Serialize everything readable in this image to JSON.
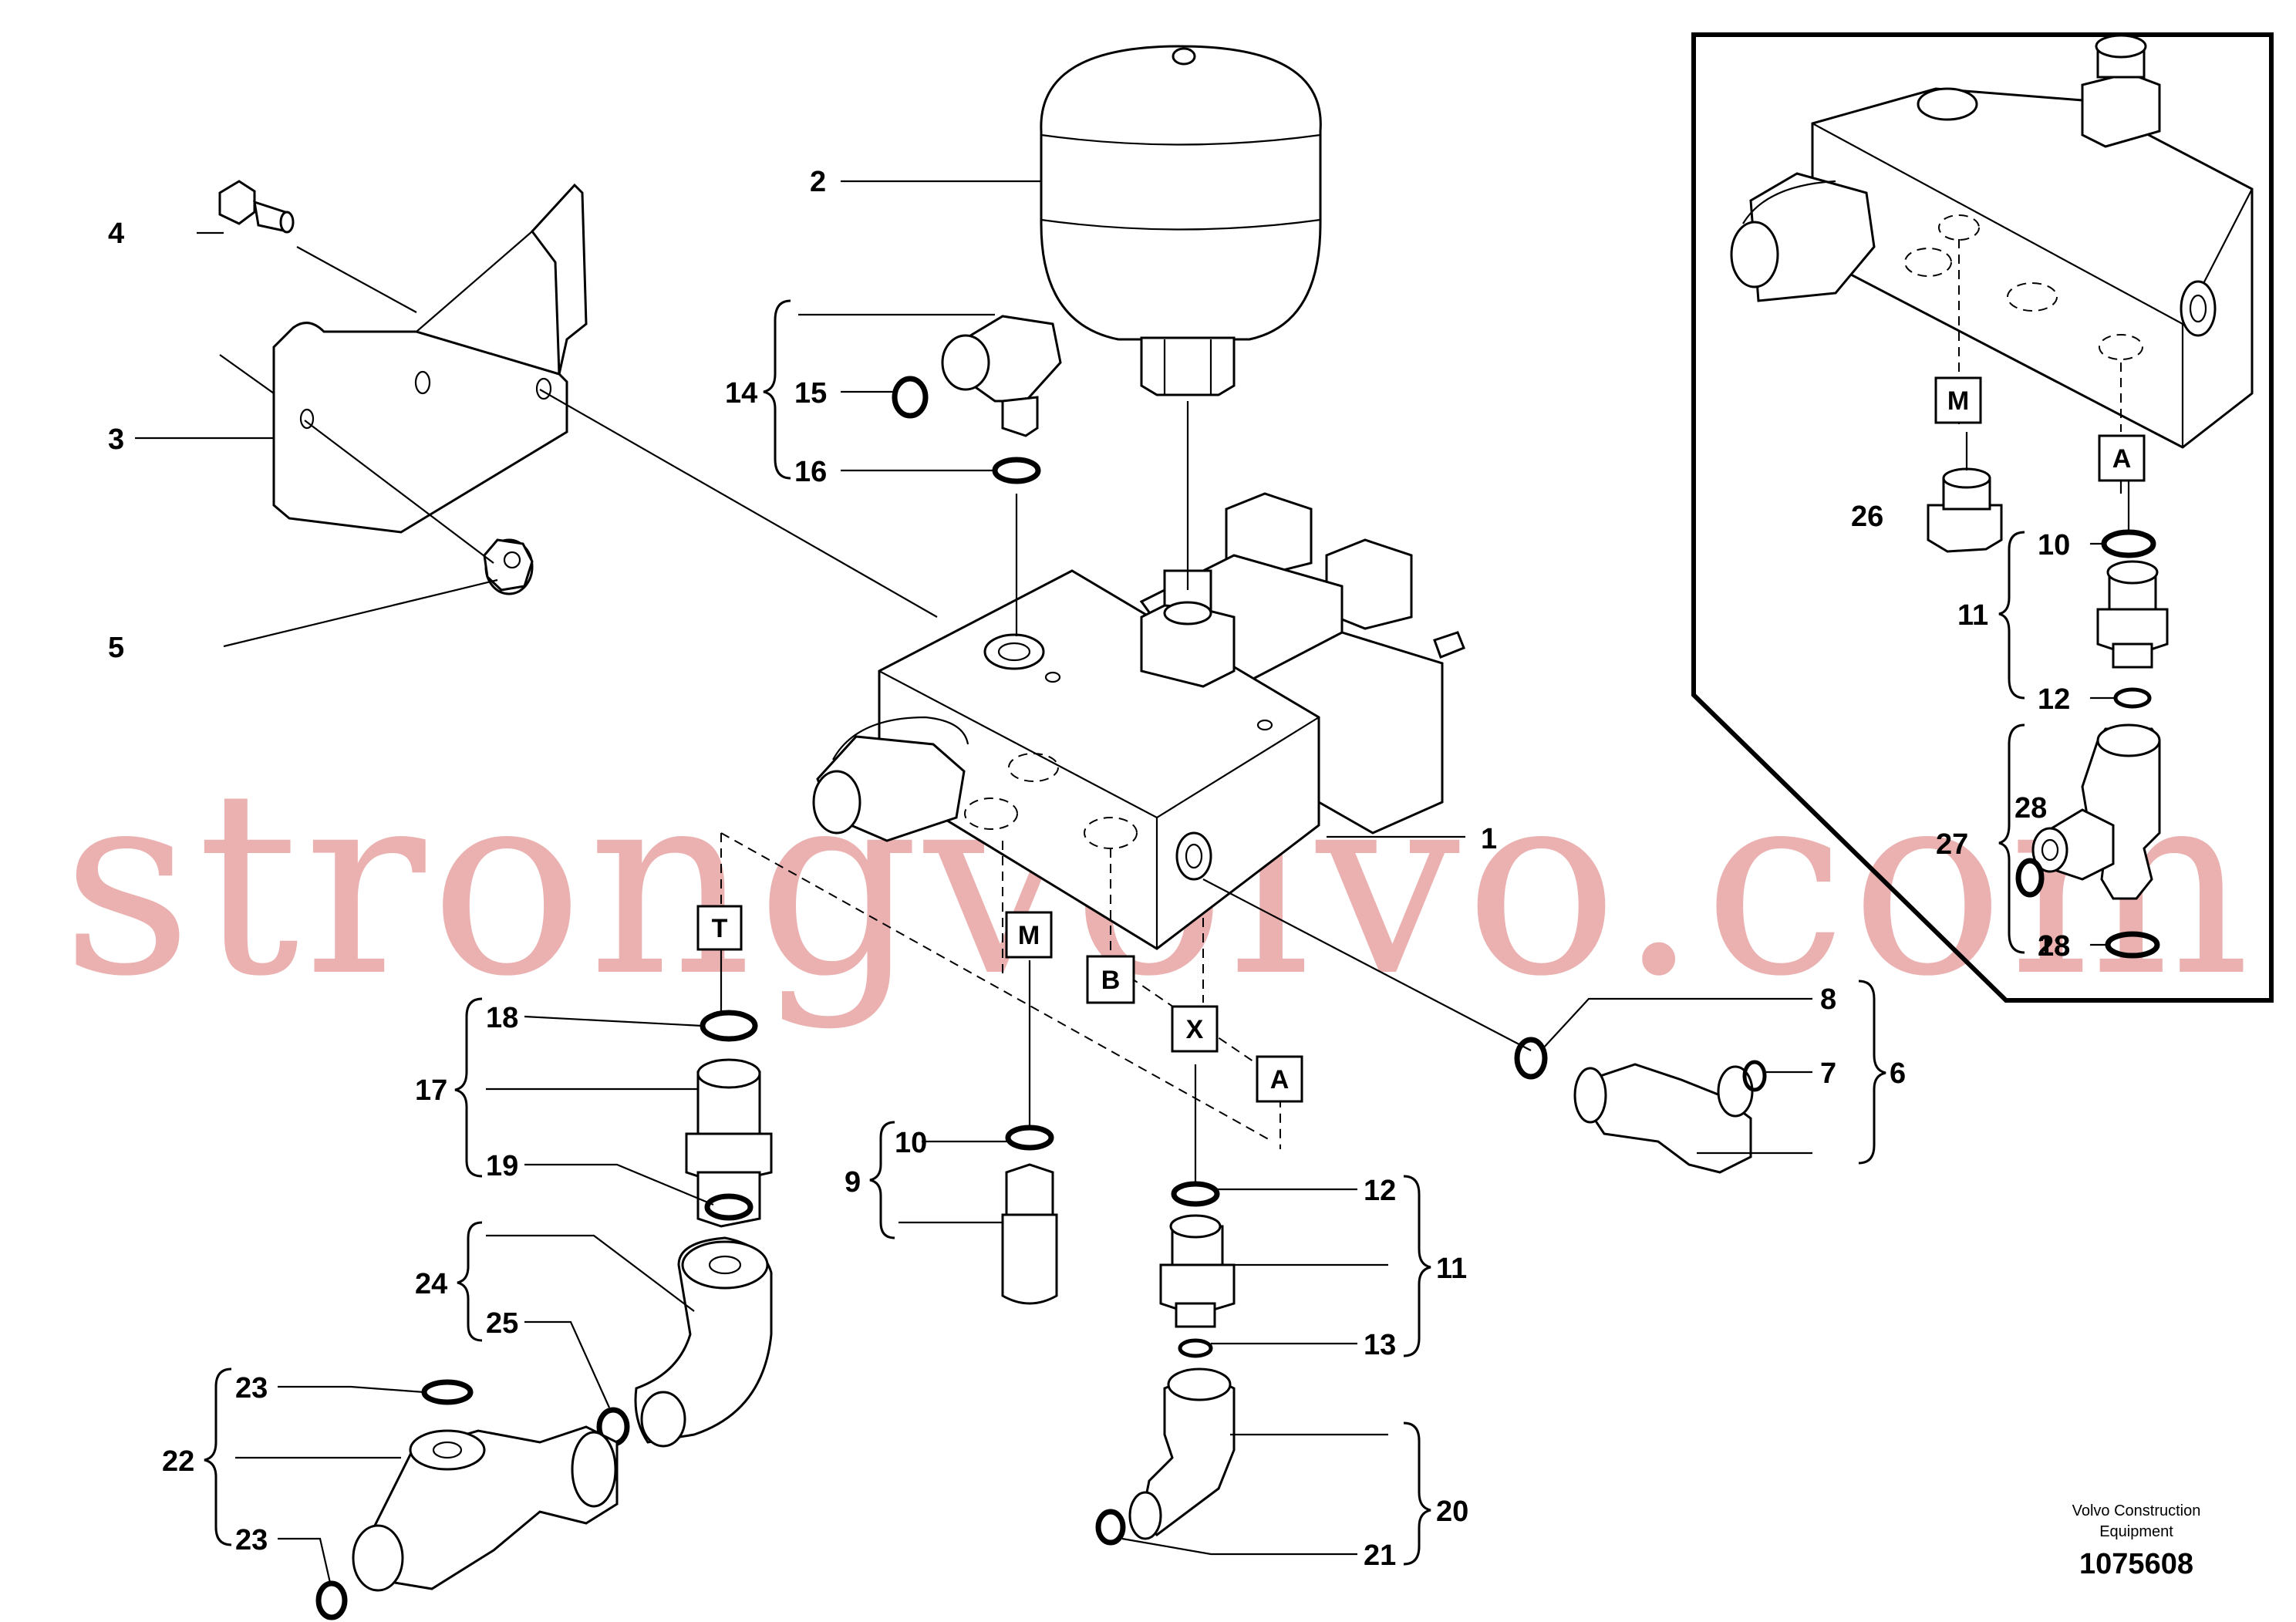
{
  "diagram": {
    "callouts": [
      "1",
      "2",
      "3",
      "4",
      "5",
      "6",
      "7",
      "8",
      "9",
      "10",
      "11",
      "12",
      "13",
      "14",
      "15",
      "16",
      "17",
      "18",
      "19",
      "20",
      "21",
      "22",
      "23",
      "23",
      "24",
      "25",
      "10",
      "11",
      "12",
      "13",
      "26",
      "27",
      "28",
      "28"
    ],
    "port_labels": {
      "T": "T",
      "M": "M",
      "B": "B",
      "X": "X",
      "A": "A",
      "inset_M": "M",
      "inset_A": "A"
    },
    "watermark": "strongvolvo.com",
    "caption": {
      "line1": "Volvo Construction",
      "line2": "Equipment",
      "doc_number": "1075608"
    }
  }
}
